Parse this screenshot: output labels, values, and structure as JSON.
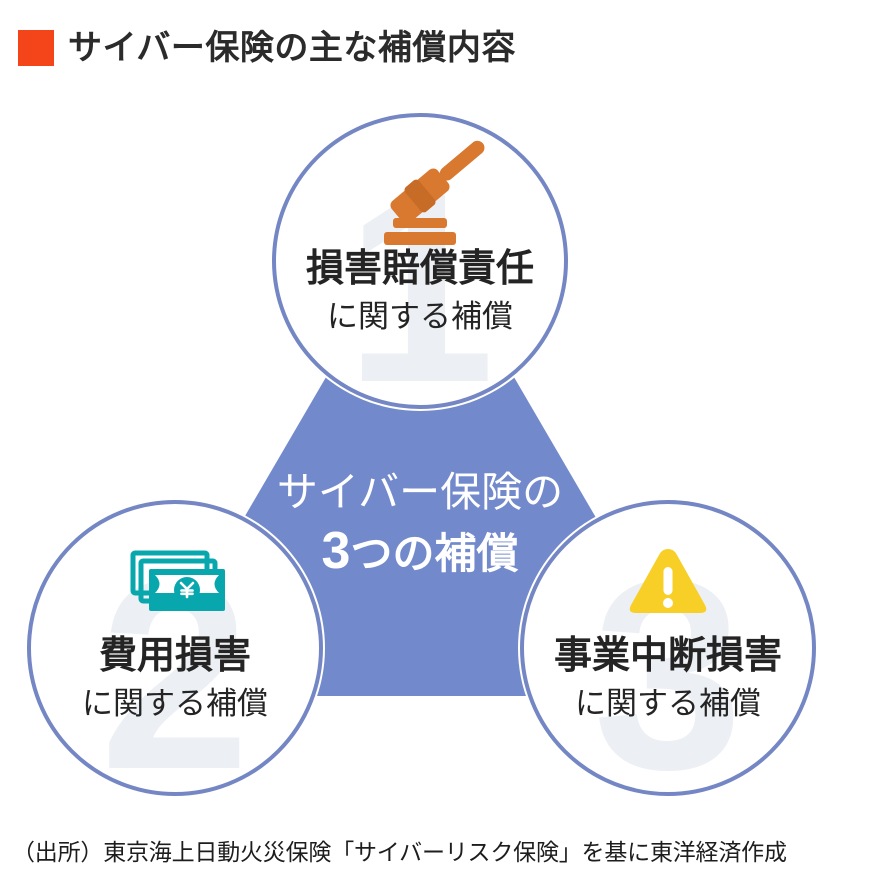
{
  "header": {
    "title": "サイバー保険の主な補償内容",
    "marker_color": "#F4441A"
  },
  "center": {
    "line1": "サイバー保険の",
    "line2_number": "3",
    "line2_rest": "つの補償",
    "fill_color": "#7289CC",
    "text_color": "#FFFFFF"
  },
  "nodes": [
    {
      "number": "1",
      "heading": "損害賠償責任",
      "subheading": "に関する補償",
      "icon": "gavel-icon",
      "icon_color": "#D9782F"
    },
    {
      "number": "2",
      "heading": "費用損害",
      "subheading": "に関する補償",
      "icon": "banknotes-yen-icon",
      "icon_color": "#08A7AE"
    },
    {
      "number": "3",
      "heading": "事業中断損害",
      "subheading": "に関する補償",
      "icon": "warning-triangle-icon",
      "icon_color": "#F8CF26"
    }
  ],
  "style": {
    "circle_stroke": "#7487C4",
    "circle_fill": "#FFFFFF",
    "ghost_number_color": "#ECEFF3",
    "heading_color": "#242424"
  },
  "source": {
    "text": "（出所）東京海上日動火災保険「サイバーリスク保険」を基に東洋経済作成"
  }
}
